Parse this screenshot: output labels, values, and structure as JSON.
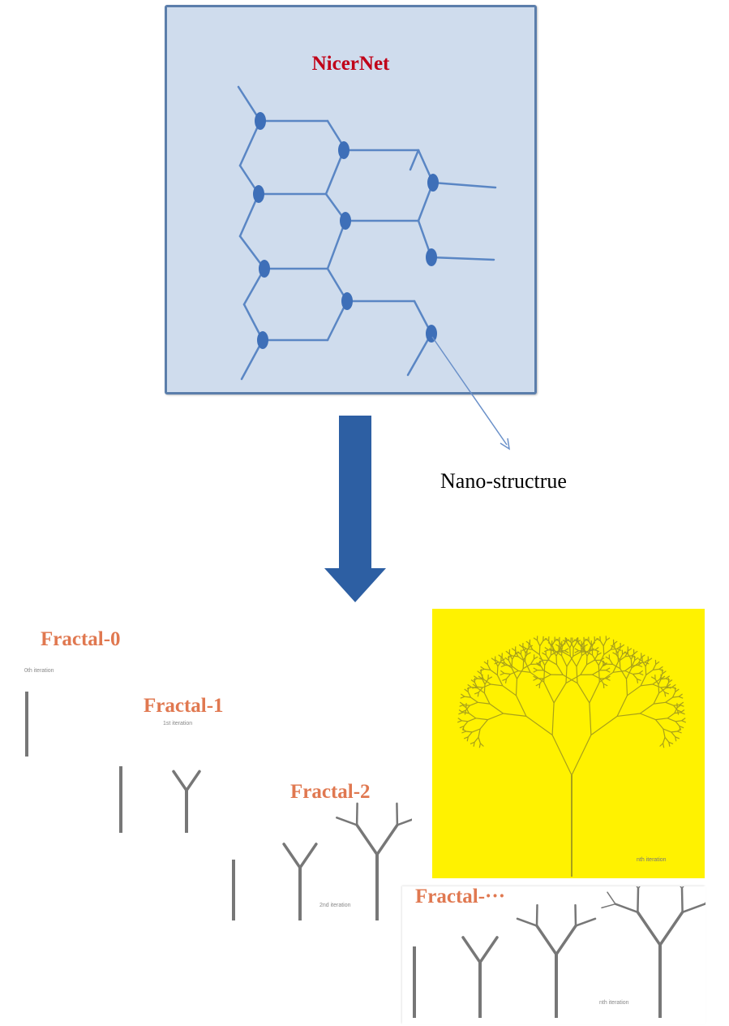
{
  "top": {
    "title": "NicerNet",
    "nano_label": "Nano-structrue"
  },
  "fractals": [
    {
      "title": "Fractal-0",
      "note": "0th iteration"
    },
    {
      "title": "Fractal-1",
      "note": "1st iteration"
    },
    {
      "title": "Fractal-2",
      "note": "2nd iteration"
    },
    {
      "title": "Fractal-···",
      "note": "nth iteration"
    }
  ],
  "yellow_note": "nth iteration",
  "colors": {
    "panel_bg": "#cfdced",
    "panel_border": "#5b7eab",
    "network_line": "#5a86c4",
    "node": "#3e6fb8",
    "arrow": "#2d5fa3",
    "title_red": "#c00018",
    "fractal_title": "#e07850",
    "yellow_bg": "#fff200"
  }
}
